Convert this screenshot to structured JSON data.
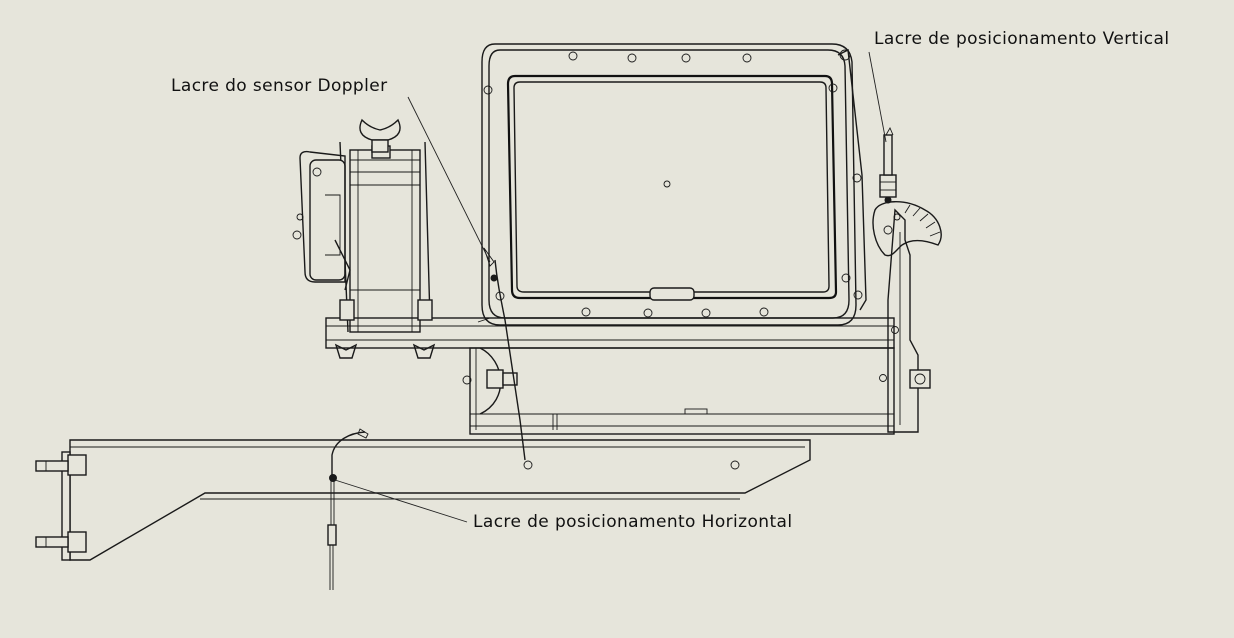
{
  "labels": {
    "doppler_seal": "Lacre do sensor Doppler",
    "vertical_seal": "Lacre de posicionamento Vertical",
    "horizontal_seal": "Lacre de posicionamento Horizontal"
  },
  "colors": {
    "background": "#e6e5db",
    "line": "#1a1a1a"
  }
}
